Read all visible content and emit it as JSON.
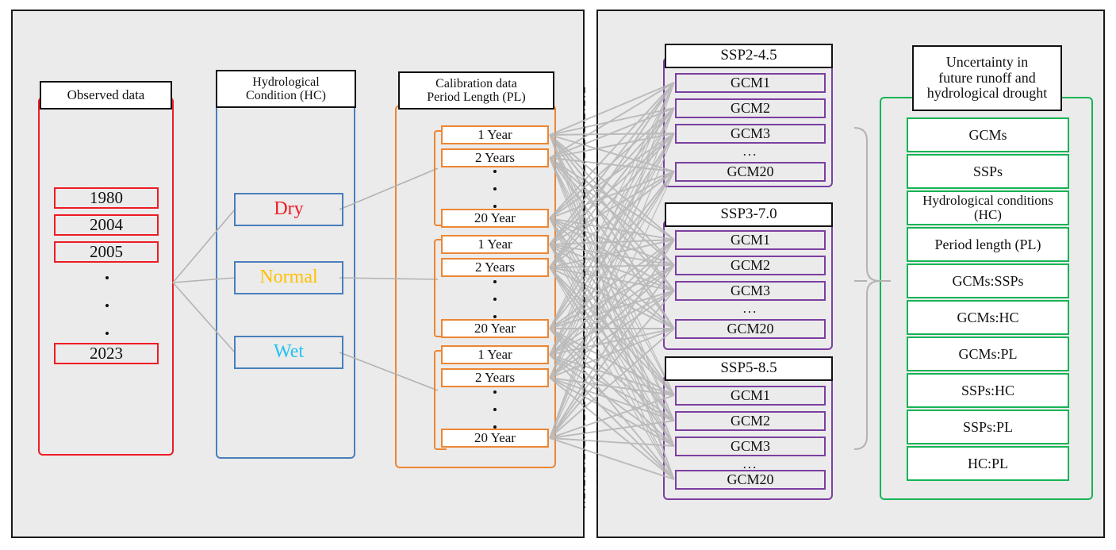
{
  "diagram": {
    "title_semantics": "uncertainty-in-future-runoff-and-hydrological-drought-framework",
    "colors": {
      "panel_fill": "#ebebeb",
      "panel_border": "#1a1a1a",
      "observed": "#ee1c25",
      "hydrological_condition": "#4a7ebb",
      "period_length": "#ed8632",
      "gcm": "#7b3fa0",
      "uncertainty": "#16b455",
      "link": "#b3b3b3",
      "dry_text": "#ee1c25",
      "normal_text": "#ffc000",
      "wet_text": "#22c3f3"
    }
  },
  "observed": {
    "header": "Observed data",
    "items": [
      "1980",
      "2004",
      "2005",
      "2023"
    ],
    "ellipsis": "."
  },
  "hydro_condition": {
    "header_line1": "Hydrological",
    "header_line2": "Condition (HC)",
    "header": "Hydrological Condition (HC)",
    "items": [
      "Dry",
      "Normal",
      "Wet"
    ]
  },
  "period_length": {
    "header_line1": "Calibration data",
    "header_line2": "Period Length (PL)",
    "header": "Calibration data Period Length (PL)",
    "group_items": [
      "1 Year",
      "2 Years",
      "20 Year"
    ],
    "groups": [
      {
        "label": "Dry",
        "items": [
          "1 Year",
          "2 Years",
          "20 Year"
        ]
      },
      {
        "label": "Normal",
        "items": [
          "1 Year",
          "2 Years",
          "20 Year"
        ]
      },
      {
        "label": "Wet",
        "items": [
          "1 Year",
          "2 Years",
          "20 Year"
        ]
      }
    ]
  },
  "ssps": [
    {
      "header": "SSP2-4.5",
      "items": [
        "GCM1",
        "GCM2",
        "GCM3",
        "GCM20"
      ],
      "ellipsis": "..."
    },
    {
      "header": "SSP3-7.0",
      "items": [
        "GCM1",
        "GCM2",
        "GCM3",
        "GCM20"
      ],
      "ellipsis": "..."
    },
    {
      "header": "SSP5-8.5",
      "items": [
        "GCM1",
        "GCM2",
        "GCM3",
        "GCM20"
      ],
      "ellipsis": "..."
    }
  ],
  "uncertainty": {
    "header_line1": "Uncertainty in",
    "header_line2": "future runoff and",
    "header_line3": "hydrological drought",
    "header": "Uncertainty in future runoff and hydrological drought",
    "items": [
      "GCMs",
      "SSPs",
      "Hydrological conditions (HC)",
      "Period length (PL)",
      "GCMs:SSPs",
      "GCMs:HC",
      "GCMs:PL",
      "SSPs:HC",
      "SSPs:PL",
      "HC:PL"
    ],
    "item_hc_line1": "Hydrological conditions",
    "item_hc_line2": "(HC)"
  }
}
